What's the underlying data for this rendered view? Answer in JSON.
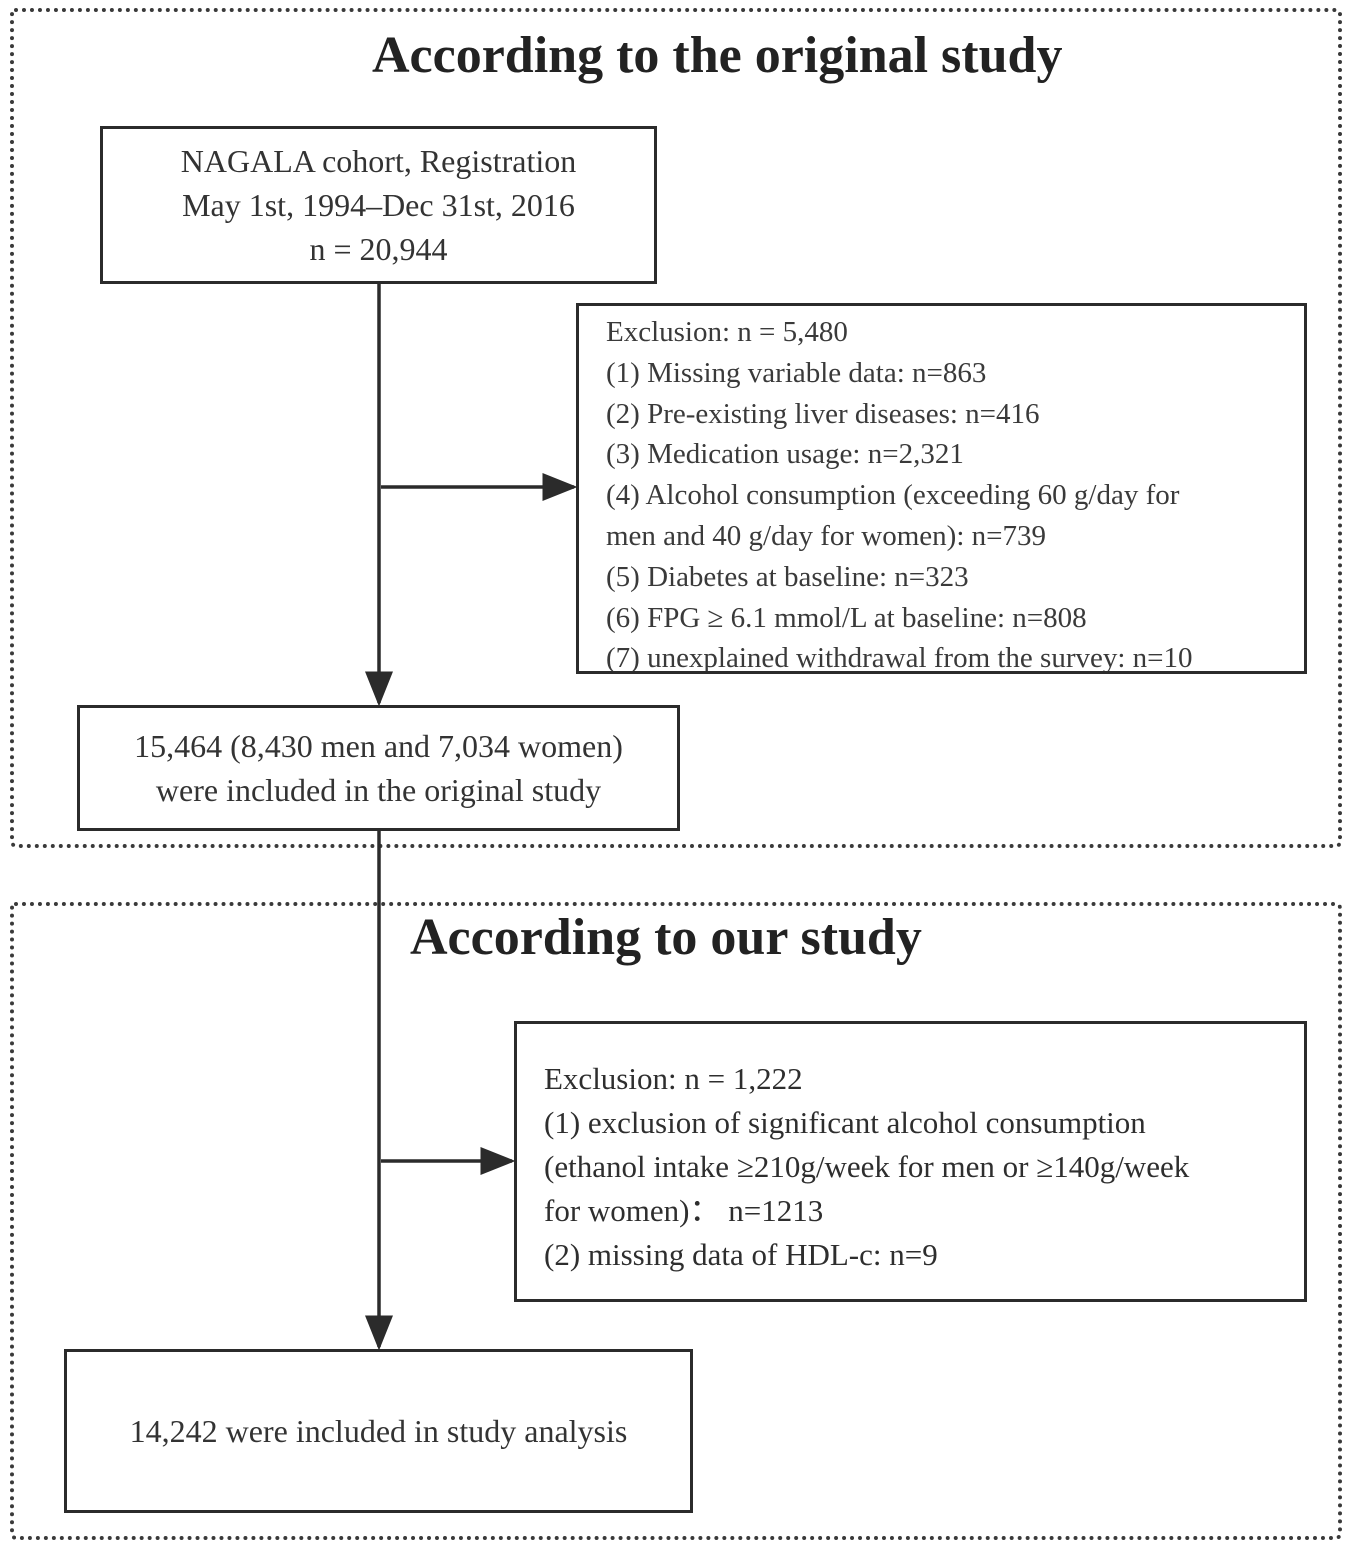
{
  "sections": {
    "original": {
      "title": "According to the original study"
    },
    "ours": {
      "title": "According to our study"
    }
  },
  "boxes": {
    "cohort": {
      "lines": [
        "NAGALA cohort, Registration",
        "May 1st, 1994–Dec 31st, 2016",
        "n = 20,944"
      ]
    },
    "exclusion_original": {
      "lines": [
        "Exclusion: n = 5,480",
        "(1) Missing variable data: n=863",
        "(2) Pre-existing liver diseases: n=416",
        "(3) Medication usage: n=2,321",
        "(4) Alcohol consumption (exceeding 60 g/day for",
        "men and 40 g/day for women): n=739",
        "(5) Diabetes at baseline: n=323",
        "(6) FPG ≥ 6.1 mmol/L at baseline: n=808",
        "(7) unexplained withdrawal from the survey: n=10"
      ]
    },
    "included_original": {
      "lines": [
        "15,464 (8,430 men and 7,034 women)",
        "were included in the original study"
      ]
    },
    "exclusion_ours": {
      "lines": [
        "Exclusion: n = 1,222",
        "(1) exclusion of significant alcohol consumption",
        "(ethanol intake ≥210g/week for men or ≥140g/week",
        "for women)： n=1213",
        "(2) missing data of HDL-c: n=9"
      ]
    },
    "final": {
      "lines": [
        "14,242  were included in  study analysis"
      ]
    }
  },
  "colors": {
    "line": "#2b2b2b",
    "text": "#333333"
  }
}
